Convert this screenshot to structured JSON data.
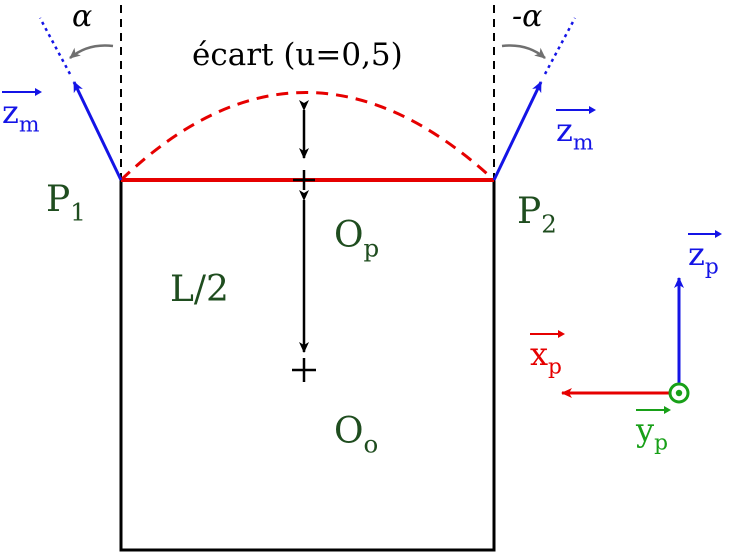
{
  "diagram": {
    "gap_label": "écart (u=0,5)",
    "alpha_left": "α",
    "alpha_right": "-α",
    "p1": {
      "base": "P",
      "sub": "1"
    },
    "p2": {
      "base": "P",
      "sub": "2"
    },
    "op": {
      "base": "O",
      "sub": "p"
    },
    "oo": {
      "base": "O",
      "sub": "o"
    },
    "half_length": "L/2",
    "zm_left": {
      "base": "z",
      "sub": "m"
    },
    "zm_right": {
      "base": "z",
      "sub": "m"
    },
    "frame": {
      "zp": {
        "base": "z",
        "sub": "p"
      },
      "xp": {
        "base": "x",
        "sub": "p"
      },
      "yp": {
        "base": "y",
        "sub": "p"
      }
    }
  },
  "colors": {
    "blue": "#1414e6",
    "red": "#e60000",
    "green": "#18a018",
    "dark_green_text": "#1f4d1f",
    "gray_arrow": "#707070",
    "black": "#000000"
  }
}
